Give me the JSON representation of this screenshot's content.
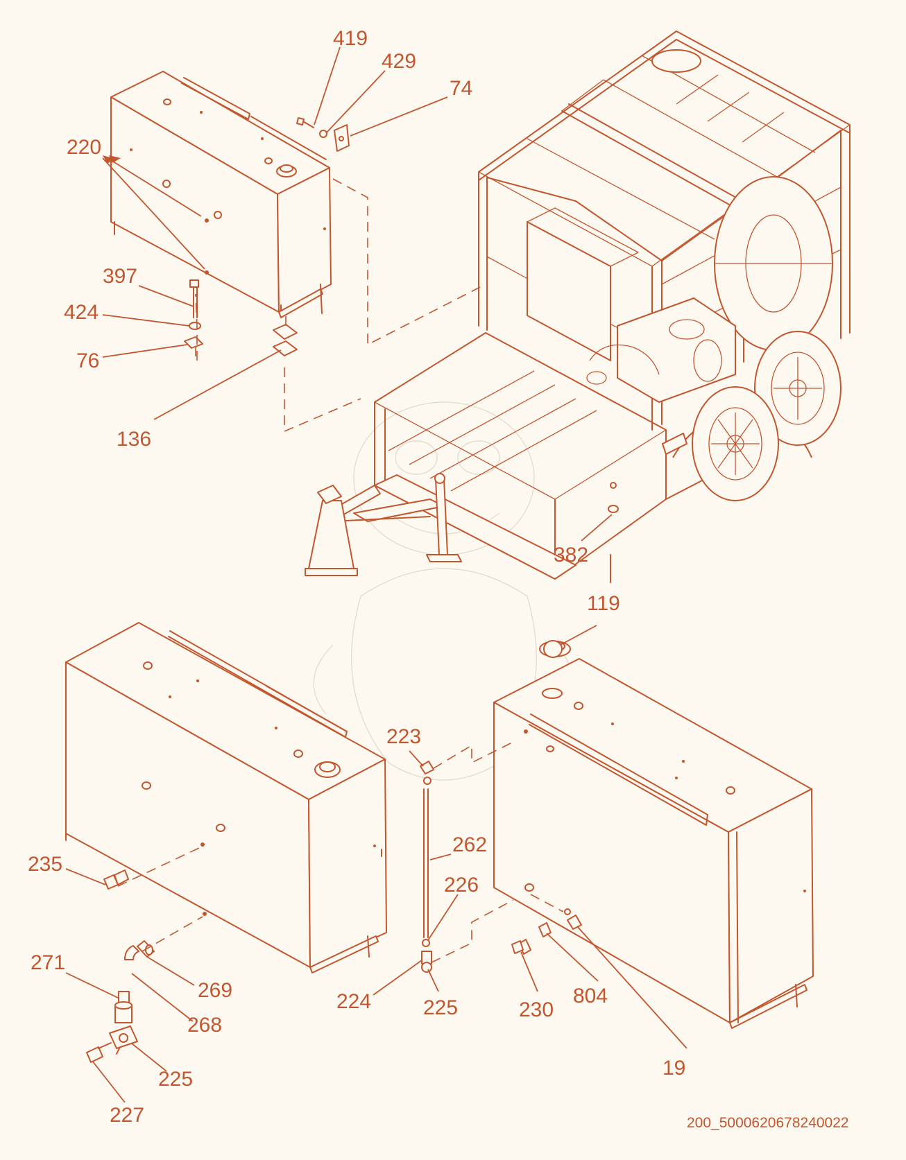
{
  "callouts": [
    {
      "id": "c419",
      "label": "419"
    },
    {
      "id": "c429",
      "label": "429"
    },
    {
      "id": "c74",
      "label": "74"
    },
    {
      "id": "c220",
      "label": "220"
    },
    {
      "id": "c397",
      "label": "397"
    },
    {
      "id": "c424",
      "label": "424"
    },
    {
      "id": "c76",
      "label": "76"
    },
    {
      "id": "c136",
      "label": "136"
    },
    {
      "id": "c382",
      "label": "382"
    },
    {
      "id": "c119",
      "label": "119"
    },
    {
      "id": "c223",
      "label": "223"
    },
    {
      "id": "c262",
      "label": "262"
    },
    {
      "id": "c226",
      "label": "226"
    },
    {
      "id": "c224",
      "label": "224"
    },
    {
      "id": "c225a",
      "label": "225"
    },
    {
      "id": "c235",
      "label": "235"
    },
    {
      "id": "c271",
      "label": "271"
    },
    {
      "id": "c269",
      "label": "269"
    },
    {
      "id": "c268",
      "label": "268"
    },
    {
      "id": "c225b",
      "label": "225"
    },
    {
      "id": "c227",
      "label": "227"
    },
    {
      "id": "c230",
      "label": "230"
    },
    {
      "id": "c804",
      "label": "804"
    },
    {
      "id": "c19",
      "label": "19"
    }
  ],
  "drawing_code": "200_5000620678240022",
  "line_color": "#c2562f",
  "background_color": "#fdf9f1"
}
